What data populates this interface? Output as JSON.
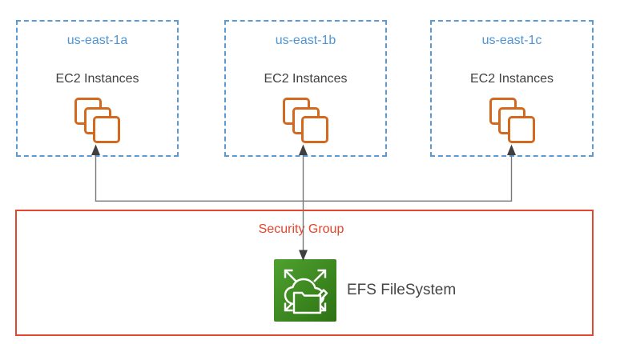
{
  "diagram": {
    "zones": [
      {
        "name": "us-east-1a",
        "label": "EC2 Instances"
      },
      {
        "name": "us-east-1b",
        "label": "EC2 Instances"
      },
      {
        "name": "us-east-1c",
        "label": "EC2 Instances"
      }
    ],
    "security_group": {
      "label": "Security Group"
    },
    "efs": {
      "label": "EFS FileSystem"
    },
    "icons": {
      "ec2": "ec2-instances-icon",
      "efs": "efs-filesystem-icon"
    },
    "colors": {
      "zone_border_blue": "#5B9BD5",
      "zone_title_blue": "#4E95D4",
      "text_dark_gray": "#404040",
      "ec2_orange": "#D2691E",
      "security_red": "#E8432C",
      "efs_green_light": "#4FA12F",
      "efs_green_dark": "#2D7214",
      "connector_gray": "#777777",
      "arrowhead_dark": "#3F3F3F"
    }
  }
}
